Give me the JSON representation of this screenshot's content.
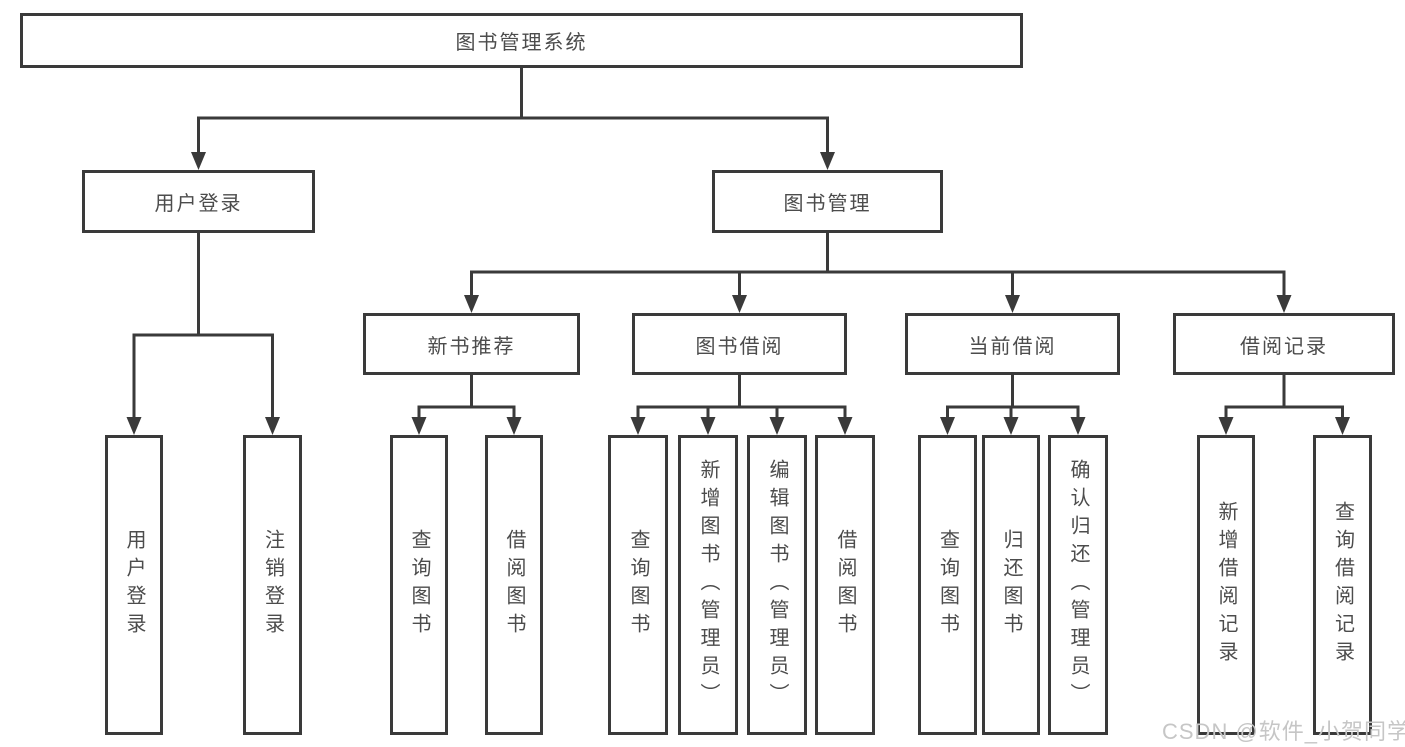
{
  "colors": {
    "line": "#3a3a3a",
    "text": "#4c4c4c",
    "watermark": "#c6c6c6",
    "background": "#ffffff"
  },
  "diagram": {
    "root": {
      "label": "图书管理系统"
    },
    "branches": [
      {
        "label": "用户登录",
        "children": [
          "用户登录",
          "注销登录"
        ]
      },
      {
        "label": "图书管理",
        "sections": [
          {
            "label": "新书推荐",
            "children": [
              "查询图书",
              "借阅图书"
            ]
          },
          {
            "label": "图书借阅",
            "children": [
              "查询图书",
              "新增图书（管理员）",
              "编辑图书（管理员）",
              "借阅图书"
            ]
          },
          {
            "label": "当前借阅",
            "children": [
              "查询图书",
              "归还图书",
              "确认归还（管理员）"
            ]
          },
          {
            "label": "借阅记录",
            "children": [
              "新增借阅记录",
              "查询借阅记录"
            ]
          }
        ]
      }
    ]
  },
  "watermark": {
    "text": "CSDN @软件_小贺同学"
  }
}
